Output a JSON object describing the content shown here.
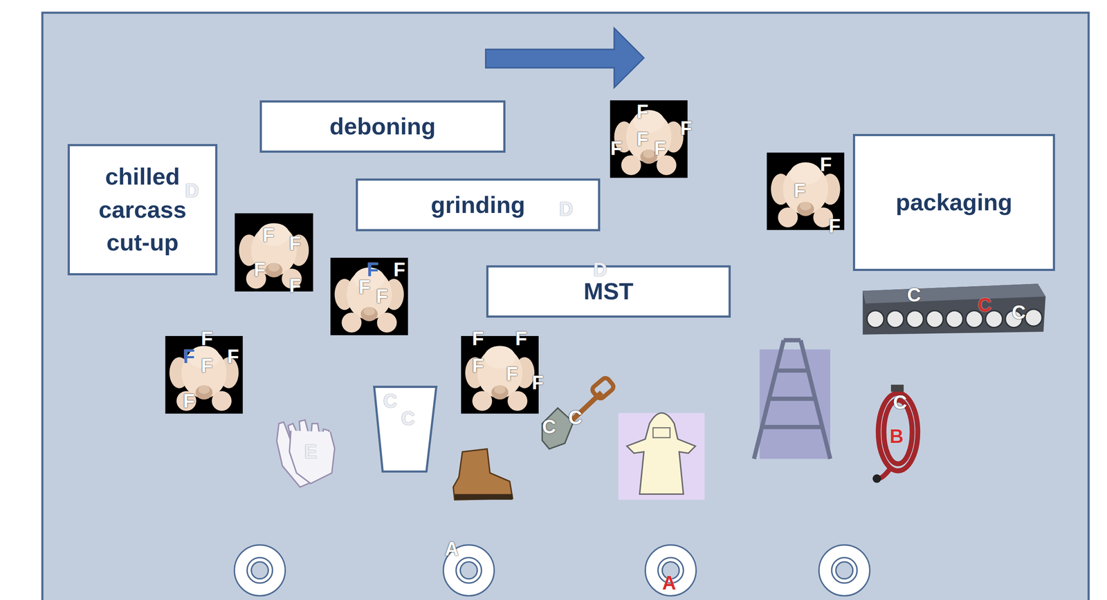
{
  "diagram": {
    "nodes": [
      {
        "text": [
          "chilled carcass cut-up"
        ]
      },
      {
        "text": [
          "deboning"
        ]
      },
      {
        "text": [
          "grinding"
        ]
      },
      {
        "text": [
          "MST"
        ]
      },
      {
        "text": [
          "packaging"
        ]
      }
    ],
    "labels": [
      "D",
      "D",
      "D",
      "F",
      "F",
      "F",
      "F",
      "F",
      "F",
      "F",
      "F",
      "F",
      "F",
      "F",
      "F",
      "F",
      "F",
      "F",
      "F",
      "F",
      "F",
      "F",
      "F",
      "F",
      "F",
      "F",
      "F",
      "F",
      "F",
      "C",
      "C",
      "C",
      "E",
      "C",
      "C",
      "C",
      "C",
      "C",
      "B",
      "A",
      "A"
    ]
  }
}
